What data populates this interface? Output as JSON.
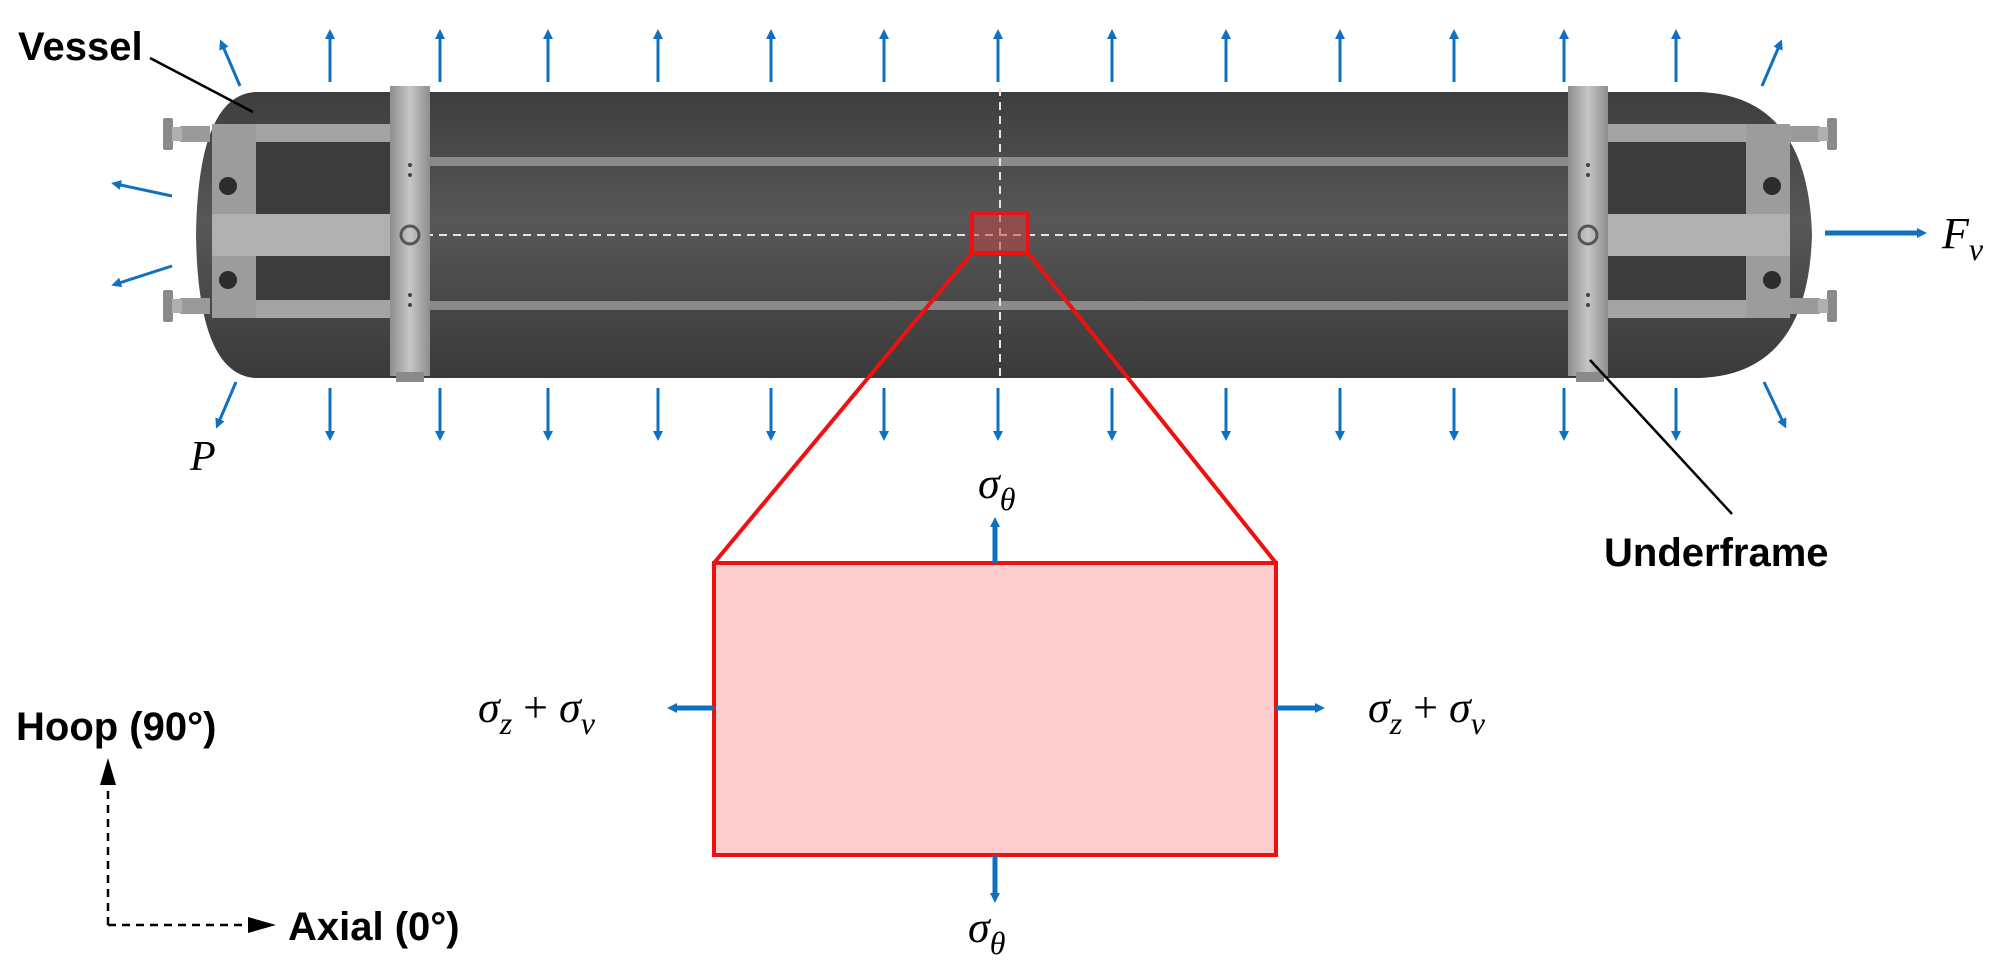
{
  "labels": {
    "vessel": "Vessel",
    "underframe": "Underframe",
    "hoop": "Hoop (90°)",
    "axial": "Axial (0°)",
    "pressure": "P",
    "force_base": "F",
    "force_sub": "v"
  },
  "stresses": {
    "top": {
      "symbol": "σ",
      "sub": "θ"
    },
    "bottom": {
      "symbol": "σ",
      "sub": "θ"
    },
    "left": {
      "a": "σ",
      "a_sub": "z",
      "plus": "+",
      "b": "σ",
      "b_sub": "v"
    },
    "right": {
      "a": "σ",
      "a_sub": "z",
      "plus": "+",
      "b": "σ",
      "b_sub": "v"
    }
  },
  "colors": {
    "vessel_body": "#4d4d4d",
    "frame": "#a9a9a9",
    "arrow": "#0f70c0",
    "element_fill": "#fdcccc",
    "element_stroke": "#ee1111"
  }
}
